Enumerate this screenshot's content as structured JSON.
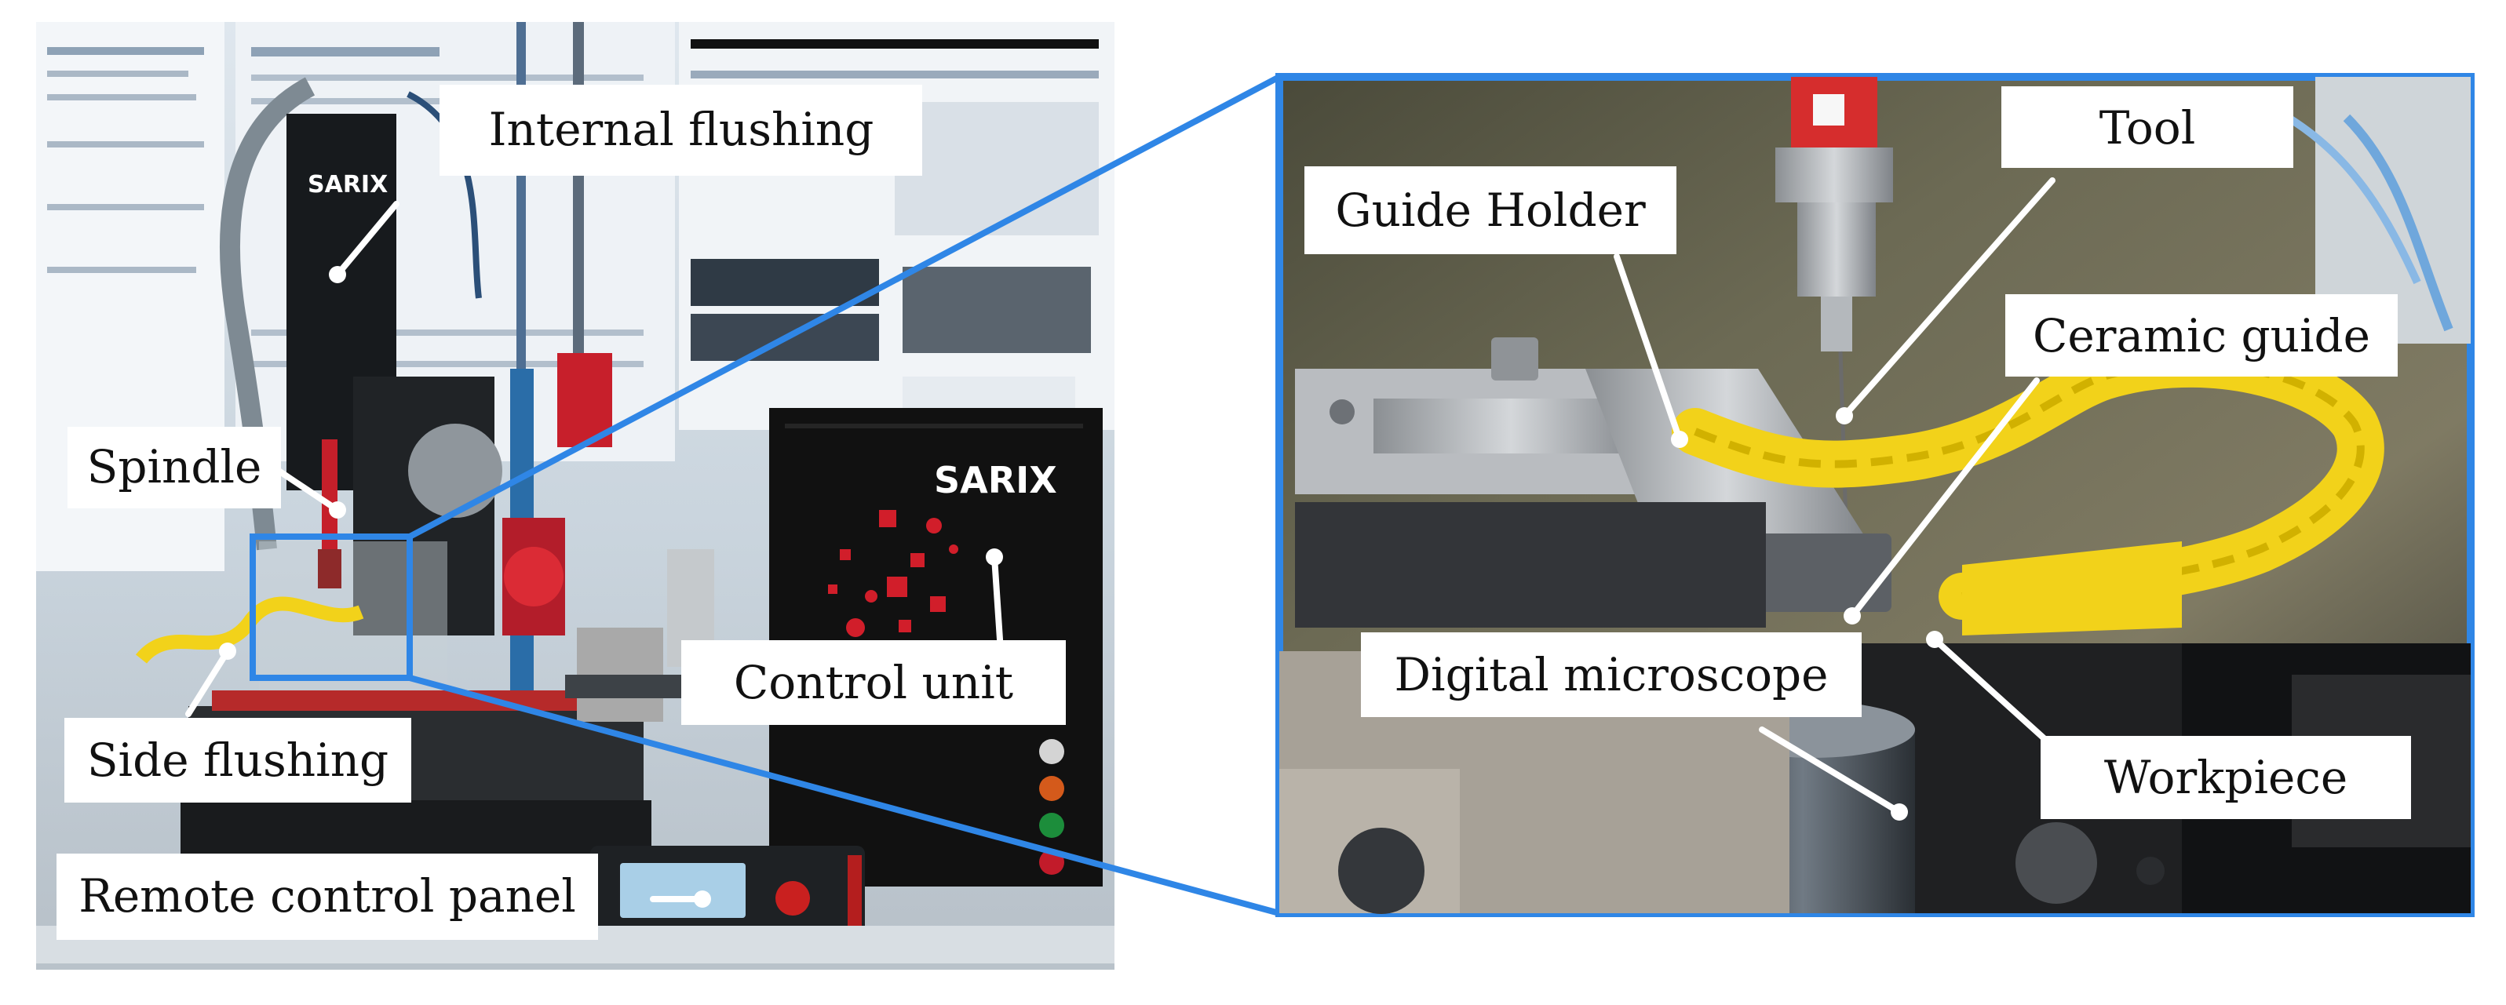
{
  "figure": {
    "left_photo_labels": {
      "internal_flushing": "Internal flushing",
      "spindle": "Spindle",
      "side_flushing": "Side flushing",
      "remote_control_panel": "Remote control panel",
      "control_unit": "Control unit"
    },
    "right_photo_labels": {
      "guide_holder": "Guide Holder",
      "tool": "Tool",
      "ceramic_guide": "Ceramic guide",
      "digital_microscope": "Digital microscope",
      "workpiece": "Workpiece"
    },
    "brand_text": {
      "machine_logo": "SARIX",
      "control_unit_logo": "SARIX"
    },
    "colors": {
      "callout_border": "#2f86e6",
      "brand_red": "#d11e2a",
      "flex_hose_yellow": "#f2d21a"
    }
  }
}
